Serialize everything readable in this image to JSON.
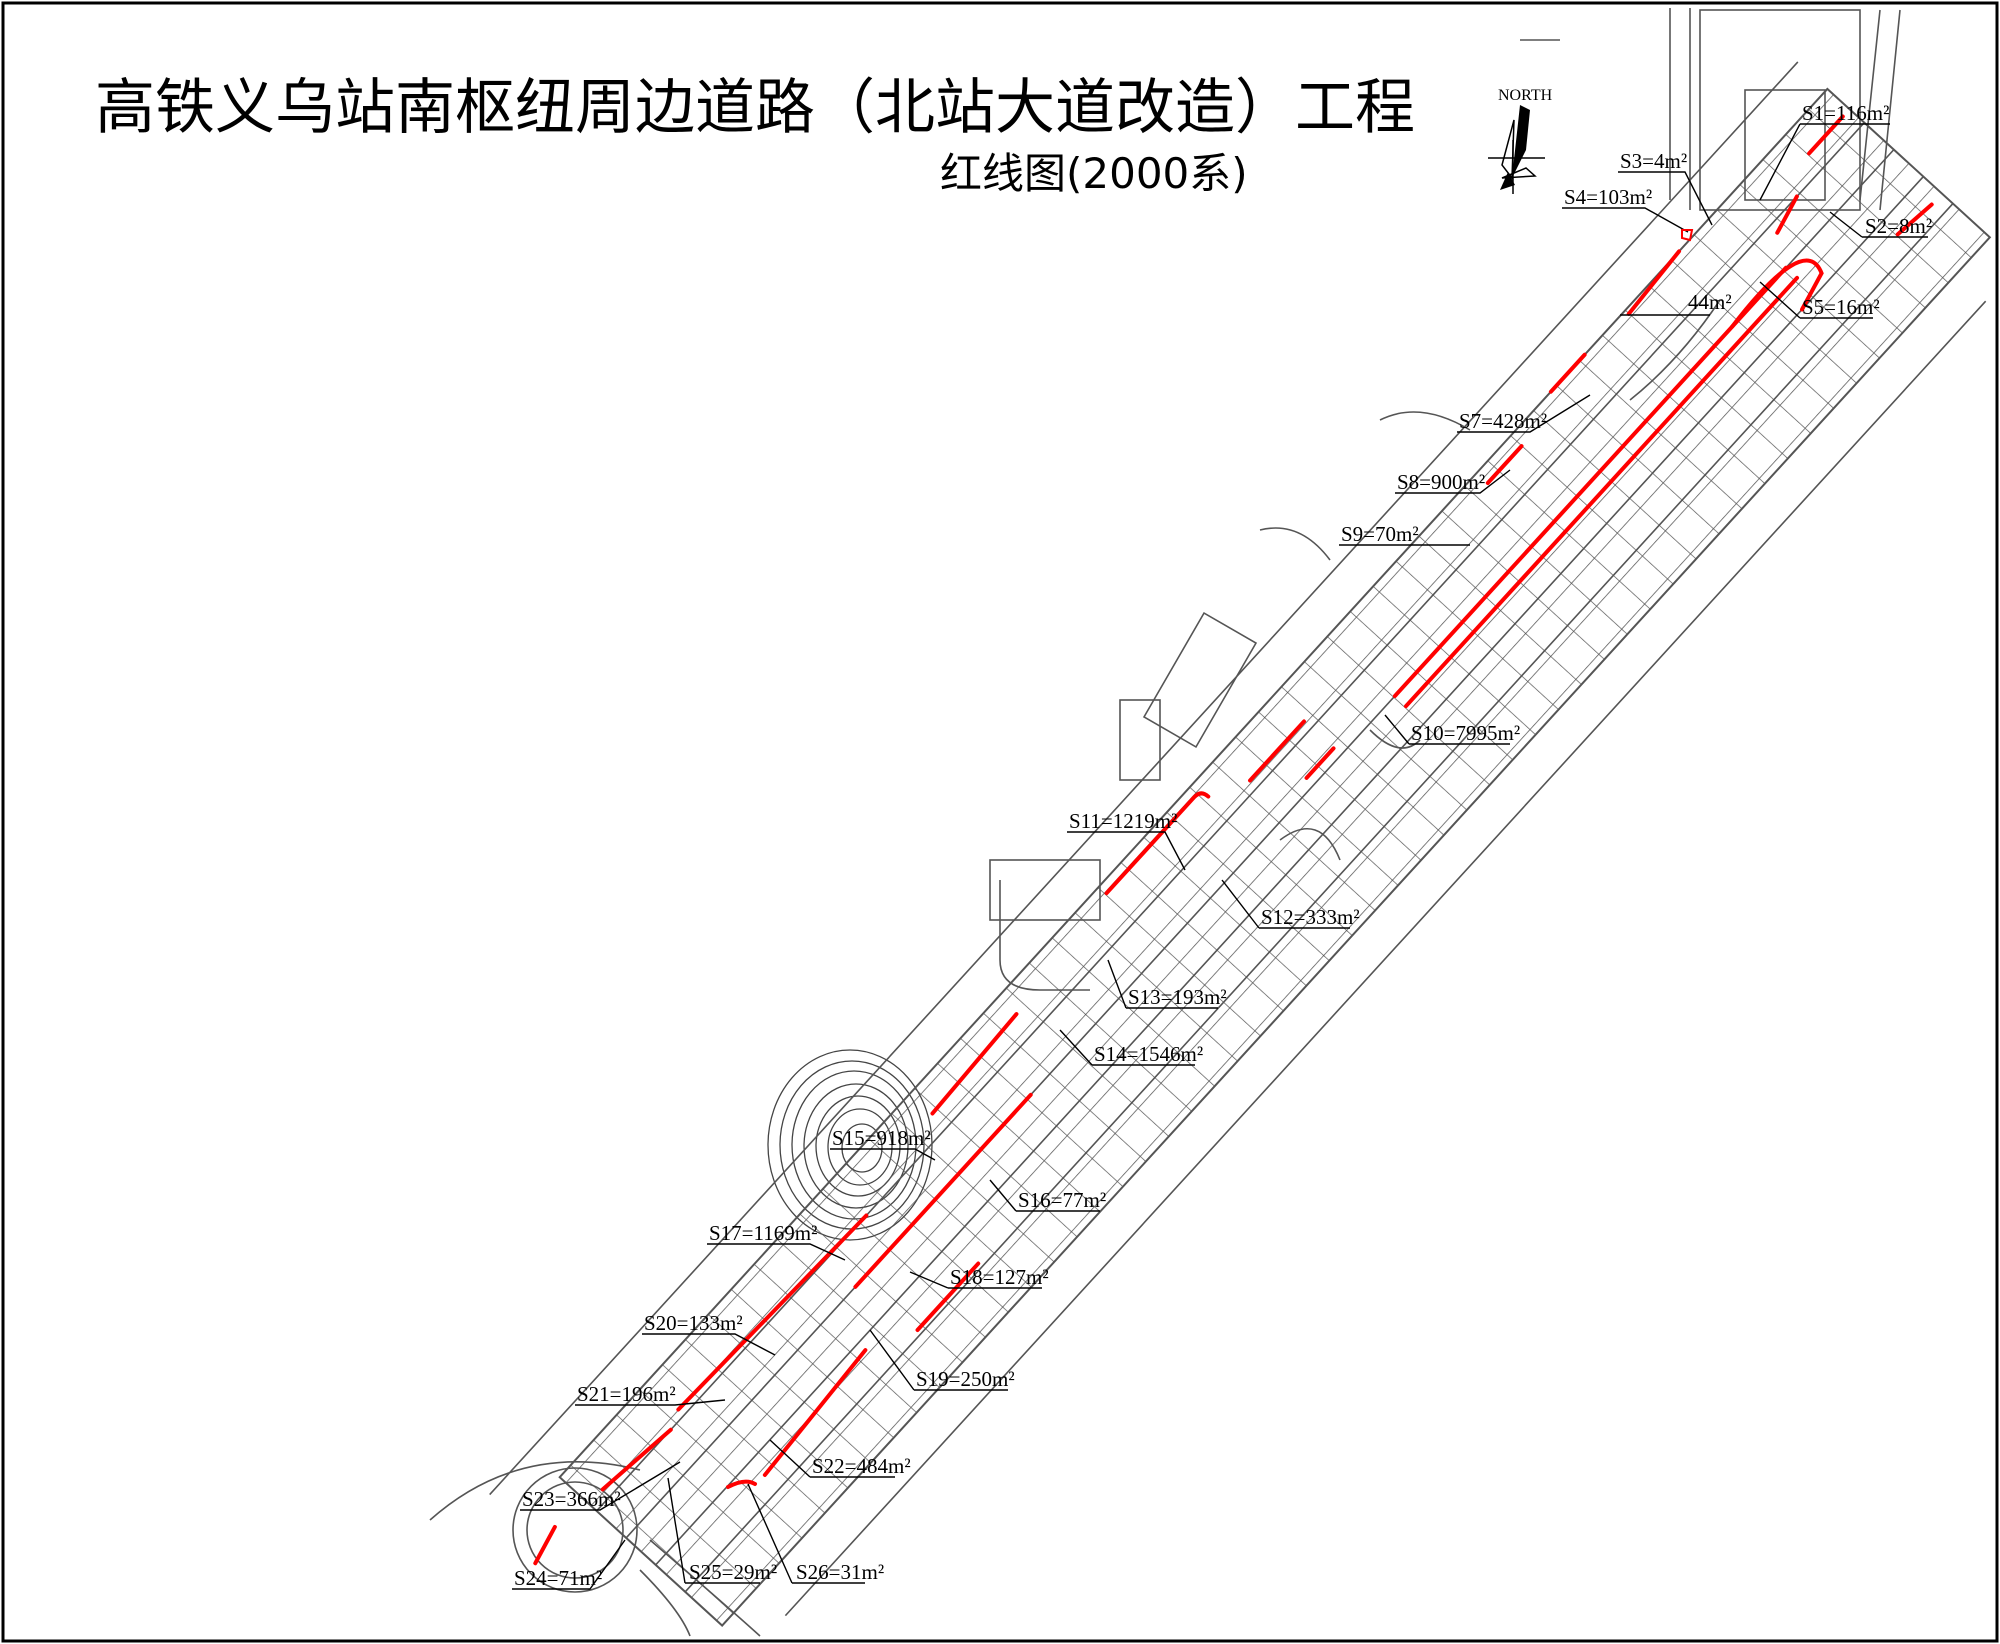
{
  "title": "高铁义乌站南枢纽周边道路（北站大道改造）工程",
  "subtitle": "红线图(2000系)",
  "north_label": "NORTH",
  "colors": {
    "red_line": "#ff0000",
    "base_map": "#555555"
  },
  "areas": [
    {
      "id": "S1",
      "label": "S1=116m²"
    },
    {
      "id": "S2",
      "label": "S2=8m²"
    },
    {
      "id": "S3",
      "label": "S3=4m²"
    },
    {
      "id": "S4",
      "label": "S4=103m²"
    },
    {
      "id": "S6",
      "label": "44m²"
    },
    {
      "id": "S5",
      "label": "S5=16m²"
    },
    {
      "id": "S7",
      "label": "S7=428m²"
    },
    {
      "id": "S8",
      "label": "S8=900m²"
    },
    {
      "id": "S9",
      "label": "S9=70m²"
    },
    {
      "id": "S10",
      "label": "S10=7995m²"
    },
    {
      "id": "S11",
      "label": "S11=1219m²"
    },
    {
      "id": "S12",
      "label": "S12=333m²"
    },
    {
      "id": "S13",
      "label": "S13=193m²"
    },
    {
      "id": "S14",
      "label": "S14=1546m²"
    },
    {
      "id": "S15",
      "label": "S15=918m²"
    },
    {
      "id": "S16",
      "label": "S16=77m²"
    },
    {
      "id": "S17",
      "label": "S17=1169m²"
    },
    {
      "id": "S18",
      "label": "S18=127m²"
    },
    {
      "id": "S19",
      "label": "S19=250m²"
    },
    {
      "id": "S20",
      "label": "S20=133m²"
    },
    {
      "id": "S21",
      "label": "S21=196m²"
    },
    {
      "id": "S22",
      "label": "S22=484m²"
    },
    {
      "id": "S23",
      "label": "S23=366m²"
    },
    {
      "id": "S24",
      "label": "S24=71m²"
    },
    {
      "id": "S25",
      "label": "S25=29m²"
    },
    {
      "id": "S26",
      "label": "S26=31m²"
    }
  ]
}
